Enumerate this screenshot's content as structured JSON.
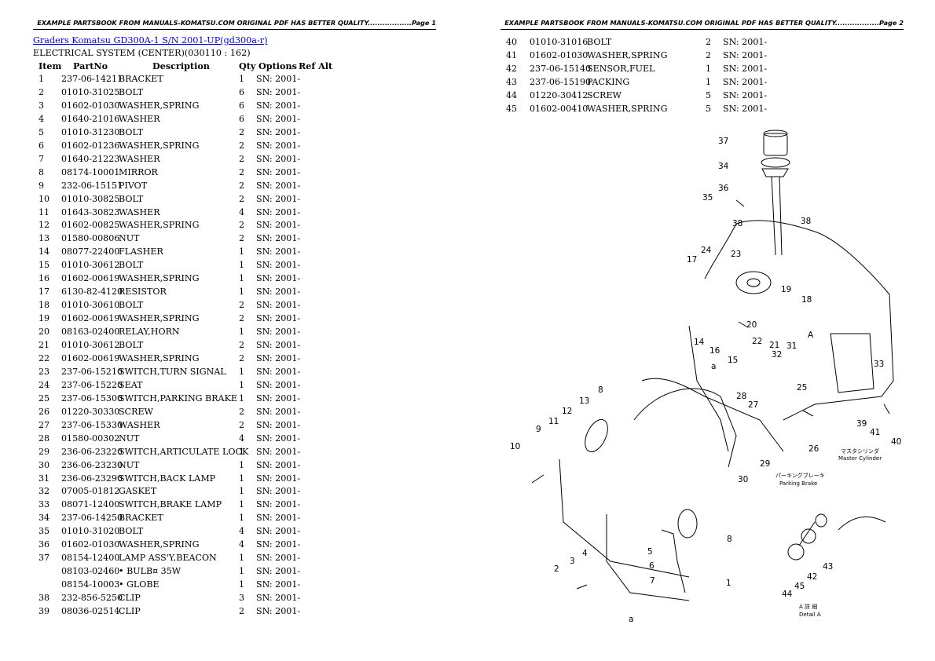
{
  "headers": {
    "page1": "EXAMPLE PARTSBOOK FROM MANUALS-KOMATSU.COM ORIGINAL PDF HAS BETTER QUALITY..................Page 1",
    "page2": "EXAMPLE PARTSBOOK FROM MANUALS-KOMATSU.COM ORIGINAL PDF HAS BETTER QUALITY..................Page 2"
  },
  "title": {
    "link1": "Graders Komatsu",
    "link2": "GD300A-1 S/N 2001-UP(gd300a-r)",
    "subtitle": "ELECTRICAL SYSTEM (CENTER)(030110 : 162)"
  },
  "columns": {
    "item": "Item",
    "partno": "PartNo",
    "description": "Description",
    "qty": "Qty",
    "options": "Options",
    "refalt": "Ref Alt"
  },
  "parts_left": [
    {
      "item": "1",
      "part": "237-06-14211",
      "desc": "BRACKET",
      "qty": "1",
      "opt": "SN: 2001-"
    },
    {
      "item": "2",
      "part": "01010-31025",
      "desc": "BOLT",
      "qty": "6",
      "opt": "SN: 2001-"
    },
    {
      "item": "3",
      "part": "01602-01030",
      "desc": "WASHER,SPRING",
      "qty": "6",
      "opt": "SN: 2001-"
    },
    {
      "item": "4",
      "part": "01640-21016",
      "desc": "WASHER",
      "qty": "6",
      "opt": "SN: 2001-"
    },
    {
      "item": "5",
      "part": "01010-31230",
      "desc": "BOLT",
      "qty": "2",
      "opt": "SN: 2001-"
    },
    {
      "item": "6",
      "part": "01602-01236",
      "desc": "WASHER,SPRING",
      "qty": "2",
      "opt": "SN: 2001-"
    },
    {
      "item": "7",
      "part": "01640-21223",
      "desc": "WASHER",
      "qty": "2",
      "opt": "SN: 2001-"
    },
    {
      "item": "8",
      "part": "08174-10001",
      "desc": "MIRROR",
      "qty": "2",
      "opt": "SN: 2001-"
    },
    {
      "item": "9",
      "part": "232-06-15151",
      "desc": "PIVOT",
      "qty": "2",
      "opt": "SN: 2001-"
    },
    {
      "item": "10",
      "part": "01010-30825",
      "desc": "BOLT",
      "qty": "2",
      "opt": "SN: 2001-"
    },
    {
      "item": "11",
      "part": "01643-30823",
      "desc": "WASHER",
      "qty": "4",
      "opt": "SN: 2001-"
    },
    {
      "item": "12",
      "part": "01602-00825",
      "desc": "WASHER,SPRING",
      "qty": "2",
      "opt": "SN: 2001-"
    },
    {
      "item": "13",
      "part": "01580-00806",
      "desc": "NUT",
      "qty": "2",
      "opt": "SN: 2001-"
    },
    {
      "item": "14",
      "part": "08077-22400",
      "desc": "FLASHER",
      "qty": "1",
      "opt": "SN: 2001-"
    },
    {
      "item": "15",
      "part": "01010-30612",
      "desc": "BOLT",
      "qty": "1",
      "opt": "SN: 2001-"
    },
    {
      "item": "16",
      "part": "01602-00619",
      "desc": "WASHER,SPRING",
      "qty": "1",
      "opt": "SN: 2001-"
    },
    {
      "item": "17",
      "part": "6130-82-4120",
      "desc": "RESISTOR",
      "qty": "1",
      "opt": "SN: 2001-"
    },
    {
      "item": "18",
      "part": "01010-30610",
      "desc": "BOLT",
      "qty": "2",
      "opt": "SN: 2001-"
    },
    {
      "item": "19",
      "part": "01602-00619",
      "desc": "WASHER,SPRING",
      "qty": "2",
      "opt": "SN: 2001-"
    },
    {
      "item": "20",
      "part": "08163-02400",
      "desc": "RELAY,HORN",
      "qty": "1",
      "opt": "SN: 2001-"
    },
    {
      "item": "21",
      "part": "01010-30612",
      "desc": "BOLT",
      "qty": "2",
      "opt": "SN: 2001-"
    },
    {
      "item": "22",
      "part": "01602-00619",
      "desc": "WASHER,SPRING",
      "qty": "2",
      "opt": "SN: 2001-"
    },
    {
      "item": "23",
      "part": "237-06-15210",
      "desc": "SWITCH,TURN SIGNAL",
      "qty": "1",
      "opt": "SN: 2001-"
    },
    {
      "item": "24",
      "part": "237-06-15220",
      "desc": "SEAT",
      "qty": "1",
      "opt": "SN: 2001-"
    },
    {
      "item": "25",
      "part": "237-06-15300",
      "desc": "SWITCH,PARKING BRAKE",
      "qty": "1",
      "opt": "SN: 2001-"
    },
    {
      "item": "26",
      "part": "01220-30330",
      "desc": "SCREW",
      "qty": "2",
      "opt": "SN: 2001-"
    },
    {
      "item": "27",
      "part": "237-06-15330",
      "desc": "WASHER",
      "qty": "2",
      "opt": "SN: 2001-"
    },
    {
      "item": "28",
      "part": "01580-00302",
      "desc": "NUT",
      "qty": "4",
      "opt": "SN: 2001-"
    },
    {
      "item": "29",
      "part": "236-06-23220",
      "desc": "SWITCH,ARTICULATE LOCK",
      "qty": "1",
      "opt": "SN: 2001-"
    },
    {
      "item": "30",
      "part": "236-06-23230",
      "desc": "NUT",
      "qty": "1",
      "opt": "SN: 2001-"
    },
    {
      "item": "31",
      "part": "236-06-23290",
      "desc": "SWITCH,BACK LAMP",
      "qty": "1",
      "opt": "SN: 2001-"
    },
    {
      "item": "32",
      "part": "07005-01812",
      "desc": "GASKET",
      "qty": "1",
      "opt": "SN: 2001-"
    },
    {
      "item": "33",
      "part": "08071-12400",
      "desc": "SWITCH,BRAKE LAMP",
      "qty": "1",
      "opt": "SN: 2001-"
    },
    {
      "item": "34",
      "part": "237-06-14250",
      "desc": "BRACKET",
      "qty": "1",
      "opt": "SN: 2001-"
    },
    {
      "item": "35",
      "part": "01010-31020",
      "desc": "BOLT",
      "qty": "4",
      "opt": "SN: 2001-"
    },
    {
      "item": "36",
      "part": "01602-01030",
      "desc": "WASHER,SPRING",
      "qty": "4",
      "opt": "SN: 2001-"
    },
    {
      "item": "37",
      "part": "08154-12400",
      "desc": "LAMP ASS'Y,BEACON",
      "qty": "1",
      "opt": "SN: 2001-"
    },
    {
      "item": "",
      "part": "08103-02460",
      "desc": "• BULB¤ 35W",
      "qty": "1",
      "opt": "SN: 2001-"
    },
    {
      "item": "",
      "part": "08154-10003",
      "desc": "• GLOBE",
      "qty": "1",
      "opt": "SN: 2001-"
    },
    {
      "item": "38",
      "part": "232-856-5250",
      "desc": "CLIP",
      "qty": "3",
      "opt": "SN: 2001-"
    },
    {
      "item": "39",
      "part": "08036-02514",
      "desc": "CLIP",
      "qty": "2",
      "opt": "SN: 2001-"
    }
  ],
  "parts_right": [
    {
      "item": "40",
      "part": "01010-31016",
      "desc": "BOLT",
      "qty": "2",
      "opt": "SN: 2001-"
    },
    {
      "item": "41",
      "part": "01602-01030",
      "desc": "WASHER,SPRING",
      "qty": "2",
      "opt": "SN: 2001-"
    },
    {
      "item": "42",
      "part": "237-06-15140",
      "desc": "SENSOR,FUEL",
      "qty": "1",
      "opt": "SN: 2001-"
    },
    {
      "item": "43",
      "part": "237-06-15190",
      "desc": "PACKING",
      "qty": "1",
      "opt": "SN: 2001-"
    },
    {
      "item": "44",
      "part": "01220-30412",
      "desc": "SCREW",
      "qty": "5",
      "opt": "SN: 2001-"
    },
    {
      "item": "45",
      "part": "01602-00410",
      "desc": "WASHER,SPRING",
      "qty": "5",
      "opt": "SN: 2001-"
    }
  ],
  "diagram": {
    "callouts": [
      "37",
      "34",
      "36",
      "35",
      "38",
      "38",
      "17",
      "24",
      "23",
      "19",
      "18",
      "20",
      "14",
      "16",
      "15",
      "22",
      "21",
      "31",
      "32",
      "A",
      "33",
      "a",
      "8",
      "28",
      "27",
      "25",
      "13",
      "12",
      "11",
      "9",
      "10",
      "39",
      "41",
      "40",
      "26",
      "29",
      "30",
      "8",
      "5",
      "6",
      "7",
      "4",
      "3",
      "2",
      "1",
      "a",
      "44",
      "45",
      "42",
      "43"
    ],
    "label_master_jp": "マスタシリンダ",
    "label_master_en": "Master Cylinder",
    "label_parking_jp": "パーキングブレーキ",
    "label_parking_en": "Parking Brake",
    "label_detail_jp": "A 詳 細",
    "label_detail_en": "Detail A"
  }
}
